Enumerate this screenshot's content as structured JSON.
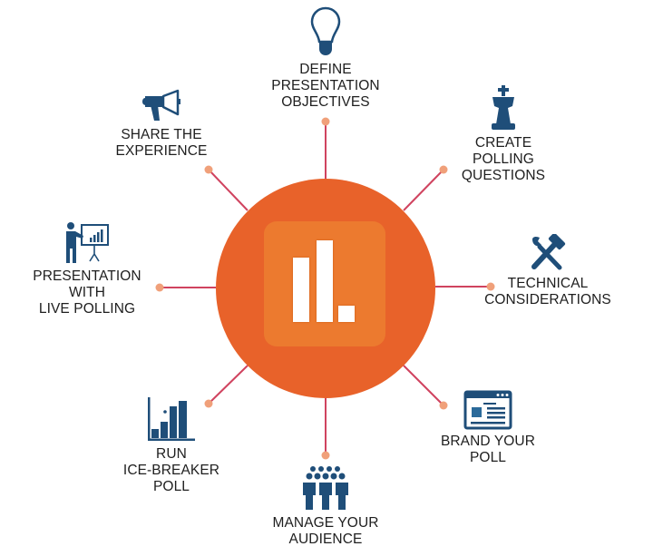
{
  "diagram": {
    "title": "",
    "center": {
      "icon": "bar-chart-icon",
      "color": "#e8622a",
      "inner_color": "#ec7a2f"
    },
    "colors": {
      "icon": "#1f4e79",
      "spoke": "#d0435f",
      "dot": "#f0a07a",
      "text": "#1e1e1e"
    },
    "nodes": [
      {
        "id": "define",
        "icon": "lightbulb-icon",
        "lines": [
          "DEFINE",
          "PRESENTATION",
          "OBJECTIVES"
        ]
      },
      {
        "id": "create",
        "icon": "chess-king-icon",
        "lines": [
          "CREATE",
          "POLLING",
          "QUESTIONS"
        ]
      },
      {
        "id": "technical",
        "icon": "tools-icon",
        "lines": [
          "TECHNICAL",
          "CONSIDERATIONS"
        ]
      },
      {
        "id": "brand",
        "icon": "browser-window-icon",
        "lines": [
          "BRAND YOUR",
          "POLL"
        ]
      },
      {
        "id": "audience",
        "icon": "audience-icon",
        "lines": [
          "MANAGE YOUR",
          "AUDIENCE"
        ]
      },
      {
        "id": "icebreaker",
        "icon": "bar-chart-icon",
        "lines": [
          "RUN",
          "ICE-BREAKER",
          "POLL"
        ]
      },
      {
        "id": "presentation",
        "icon": "presenter-icon",
        "lines": [
          "PRESENTATION",
          "WITH",
          "LIVE POLLING"
        ]
      },
      {
        "id": "share",
        "icon": "megaphone-icon",
        "lines": [
          "SHARE THE",
          "EXPERIENCE"
        ]
      }
    ]
  }
}
